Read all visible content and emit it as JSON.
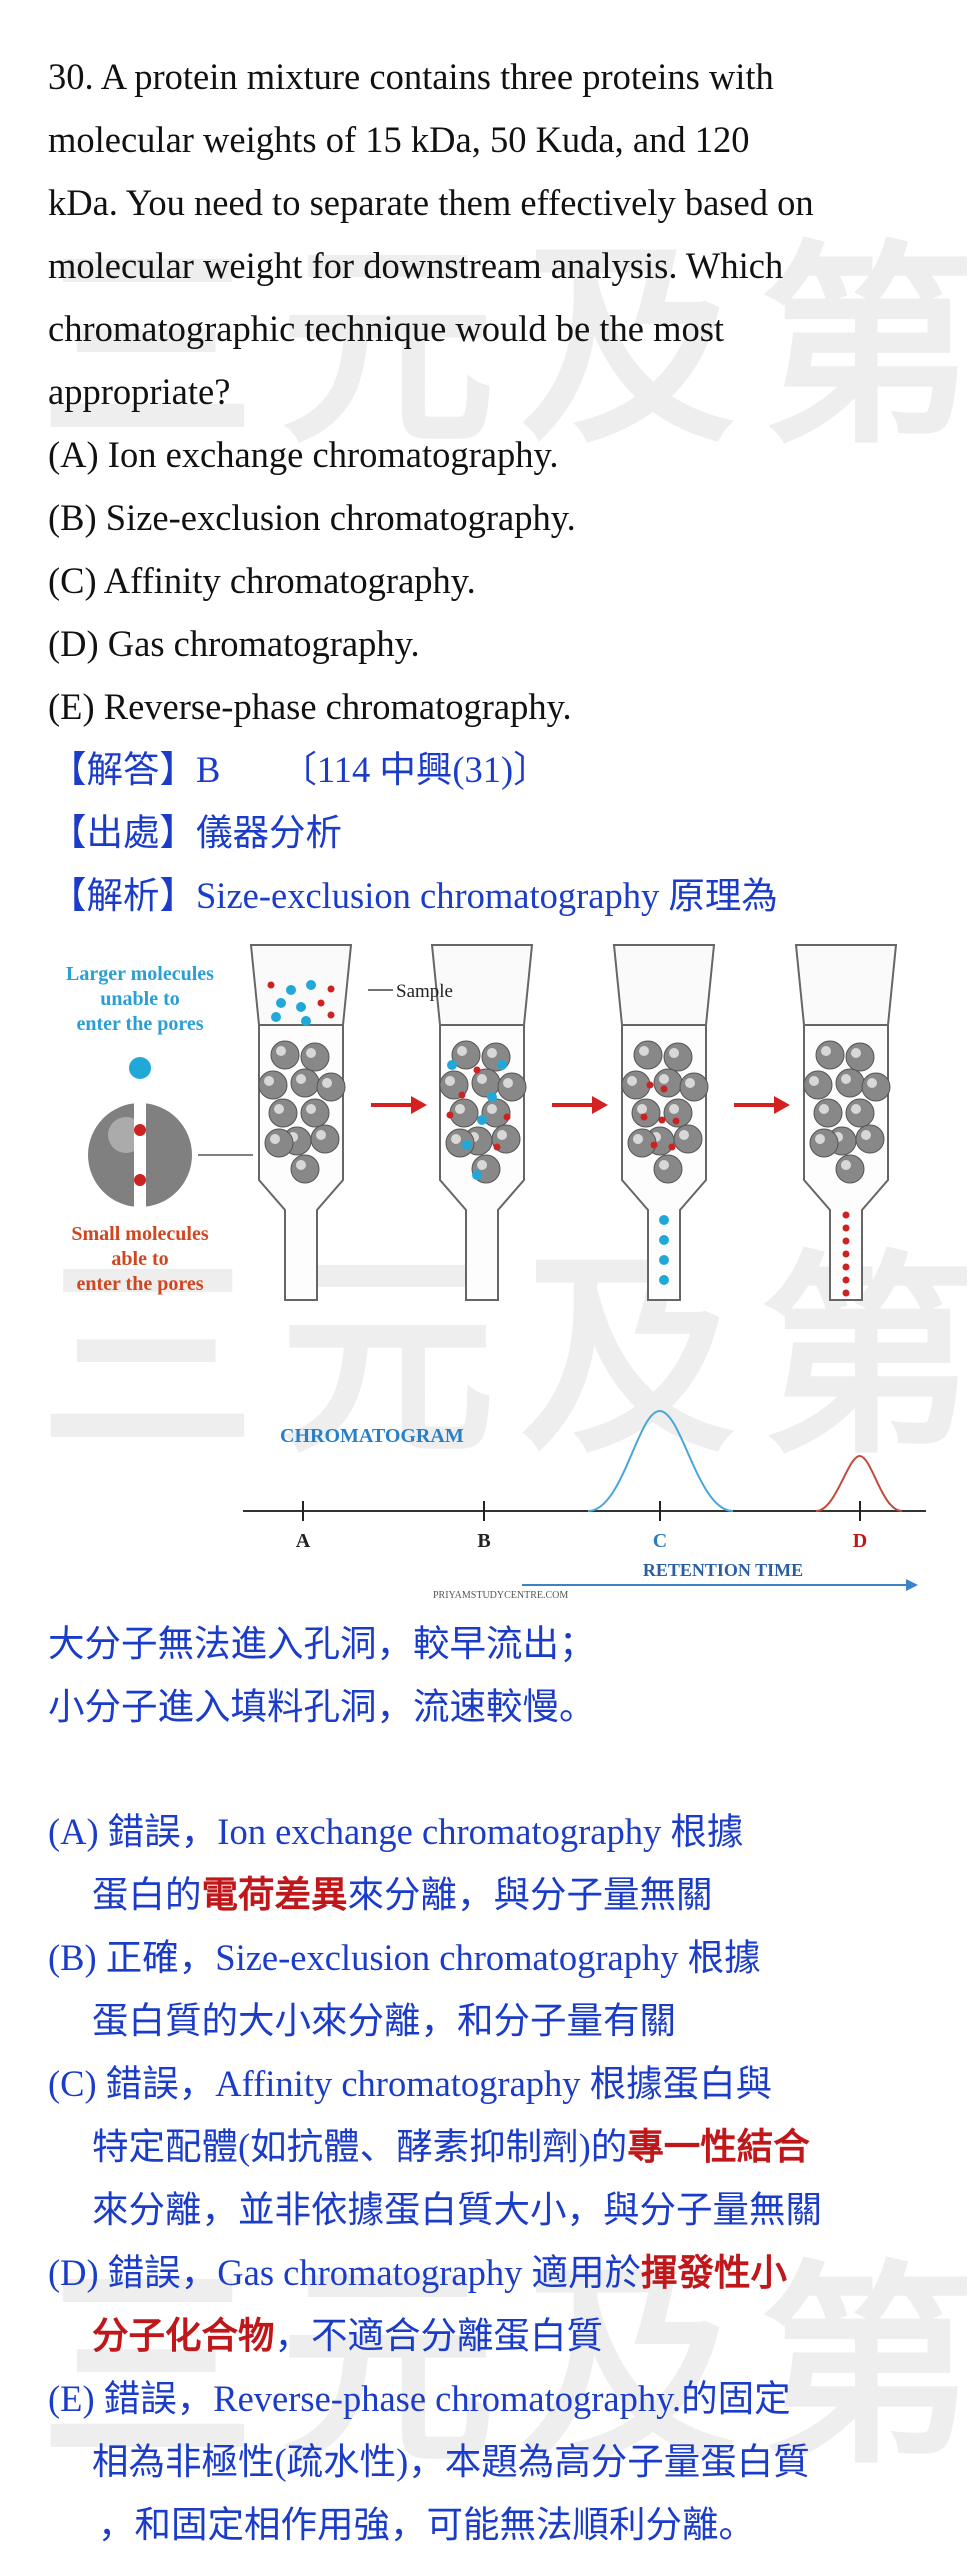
{
  "watermark": "三元及第",
  "question": {
    "lines": [
      "30. A protein mixture contains three proteins with",
      "molecular weights of 15 kDa, 50 Kuda, and 120",
      "kDa. You need to separate them effectively based on",
      "molecular weight for downstream analysis. Which",
      "chromatographic technique would be the most",
      "appropriate?"
    ],
    "options": [
      "(A) Ion exchange chromatography.",
      "(B) Size-exclusion chromatography.",
      "(C) Affinity chromatography.",
      "(D) Gas chromatography.",
      "(E) Reverse-phase chromatography."
    ]
  },
  "answer": {
    "label": "【解答】",
    "value": "B",
    "source_note": "〔114 中興(31)〕"
  },
  "origin": {
    "label": "【出處】",
    "value": "儀器分析"
  },
  "analysis": {
    "label": "【解析】",
    "value": "Size-exclusion chromatography 原理為"
  },
  "figure": {
    "larger_label": [
      "Larger molecules",
      "unable to",
      "enter the pores"
    ],
    "small_label": [
      "Small molecules",
      "able to",
      "enter the pores"
    ],
    "sample_label": "Sample",
    "chromatogram_label": "CHROMATOGRAM",
    "ticks": [
      "A",
      "B",
      "C",
      "D"
    ],
    "retention_label": "RETENTION TIME",
    "credit": "PRIYAMSTUDYCENTRE.COM",
    "colors": {
      "large": "#22a8d8",
      "small": "#cc2222",
      "bead": "#888888",
      "arrow": "#d42020"
    }
  },
  "summary": [
    "大分子無法進入孔洞，較早流出；",
    "小分子進入填料孔洞，流速較慢。"
  ],
  "explanations": {
    "a1": "(A) 錯誤，Ion exchange chromatography 根據",
    "a2_pre": "蛋白的",
    "a2_red": "電荷差異",
    "a2_post": "來分離，與分子量無關",
    "b1": "(B) 正確，Size-exclusion chromatography 根據",
    "b2": "蛋白質的大小來分離，和分子量有關",
    "c1": "(C) 錯誤，Affinity chromatography 根據蛋白與",
    "c2_pre": "特定配體(如抗體、酵素抑制劑)的",
    "c2_red": "專一性結合",
    "c3": "來分離，並非依據蛋白質大小，與分子量無關",
    "d1_pre": "(D) 錯誤，Gas chromatography 適用於",
    "d1_red": "揮發性小",
    "d2_red": "分子化合物",
    "d2_post": "，不適合分離蛋白質",
    "e1": "(E) 錯誤，Reverse-phase chromatography.的固定",
    "e2": "相為非極性(疏水性)，本題為高分子量蛋白質",
    "e3": "，和固定相作用強，可能無法順利分離。"
  }
}
